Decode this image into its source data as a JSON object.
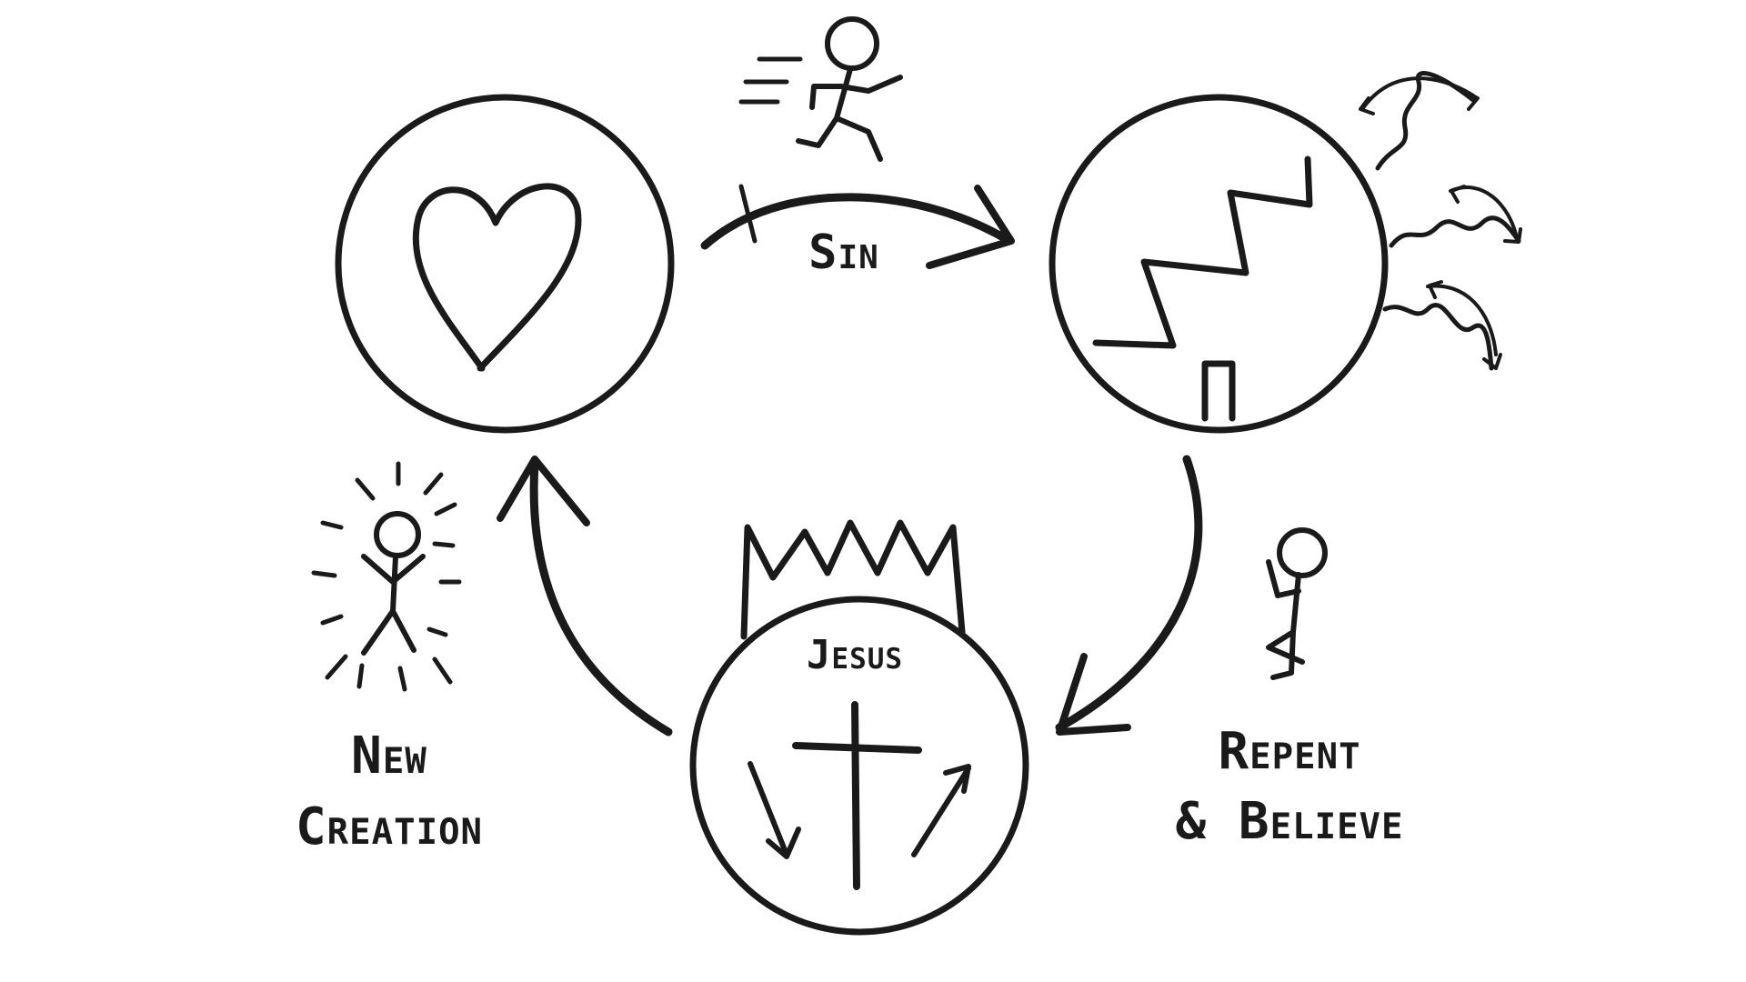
{
  "labels": {
    "sin": "Sin",
    "jesus": "Jesus",
    "new_creation_line1": "New",
    "new_creation_line2": "Creation",
    "repent_line1": "Repent",
    "repent_line2": "& Believe"
  },
  "colors": {
    "ink": "#1a1a1a",
    "background": "#ffffff"
  },
  "icons": {
    "top_left": "heart-icon",
    "top_right": "zigzag-icon",
    "bottom": "cross-icon",
    "top_figure": "running-person-icon",
    "left_figure": "radiant-person-icon",
    "right_figure": "kneeling-person-icon",
    "crown": "crown-icon",
    "squiggles": "squiggle-arrows-icon"
  }
}
